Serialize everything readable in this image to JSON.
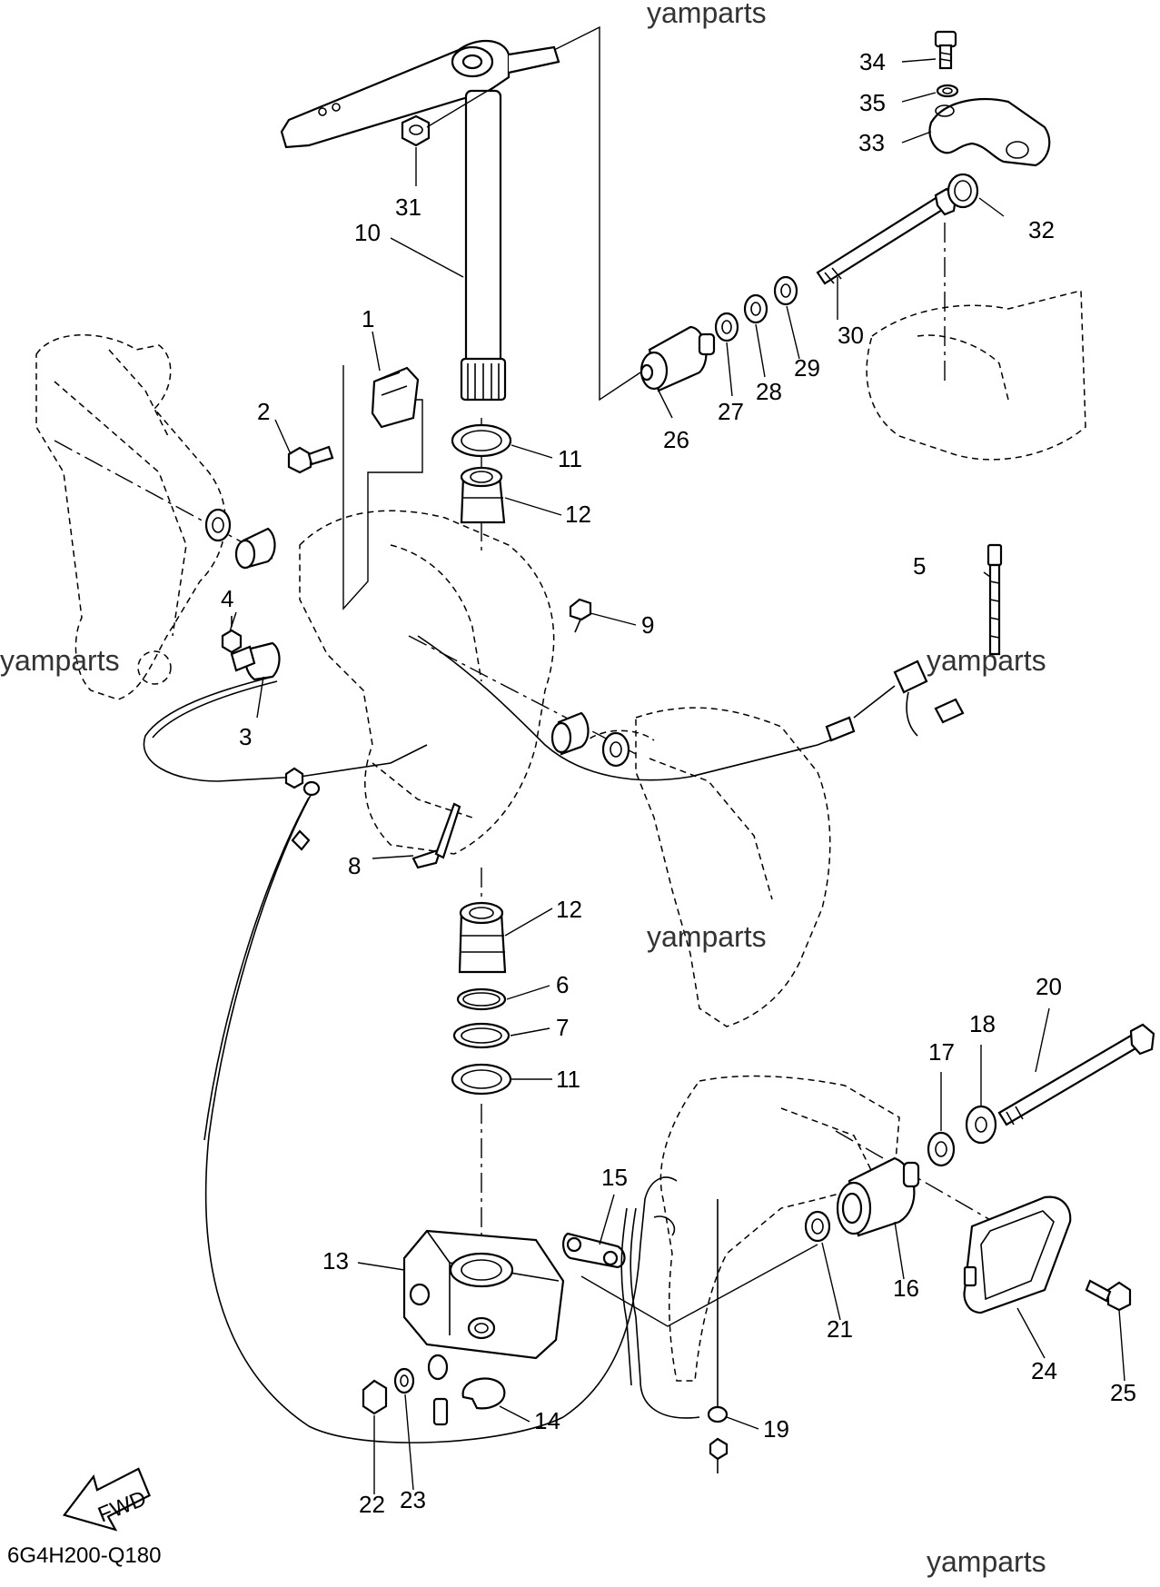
{
  "diagram": {
    "code": "6G4H200-Q180",
    "fwd_label": "FWD",
    "watermarks": [
      "yamparts",
      "yamparts",
      "yamparts",
      "yamparts",
      "yamparts"
    ],
    "callouts": [
      "1",
      "2",
      "3",
      "4",
      "5",
      "6",
      "7",
      "8",
      "9",
      "10",
      "11",
      "11",
      "12",
      "12",
      "13",
      "14",
      "15",
      "16",
      "17",
      "18",
      "19",
      "20",
      "21",
      "22",
      "23",
      "24",
      "25",
      "26",
      "27",
      "28",
      "29",
      "30",
      "31",
      "32",
      "33",
      "34",
      "35"
    ]
  }
}
